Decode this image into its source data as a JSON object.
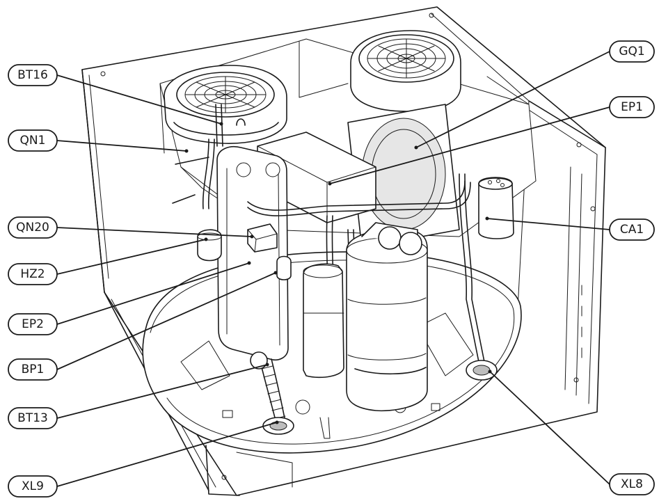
{
  "callouts": [
    {
      "id": "bt16",
      "label": "BT16"
    },
    {
      "id": "qn1",
      "label": "QN1"
    },
    {
      "id": "qn20",
      "label": "QN20"
    },
    {
      "id": "hz2",
      "label": "HZ2"
    },
    {
      "id": "ep2",
      "label": "EP2"
    },
    {
      "id": "bp1",
      "label": "BP1"
    },
    {
      "id": "bt13",
      "label": "BT13"
    },
    {
      "id": "xl9",
      "label": "XL9"
    },
    {
      "id": "gq1",
      "label": "GQ1"
    },
    {
      "id": "ep1",
      "label": "EP1"
    },
    {
      "id": "ca1",
      "label": "CA1"
    },
    {
      "id": "xl8",
      "label": "XL8"
    }
  ]
}
